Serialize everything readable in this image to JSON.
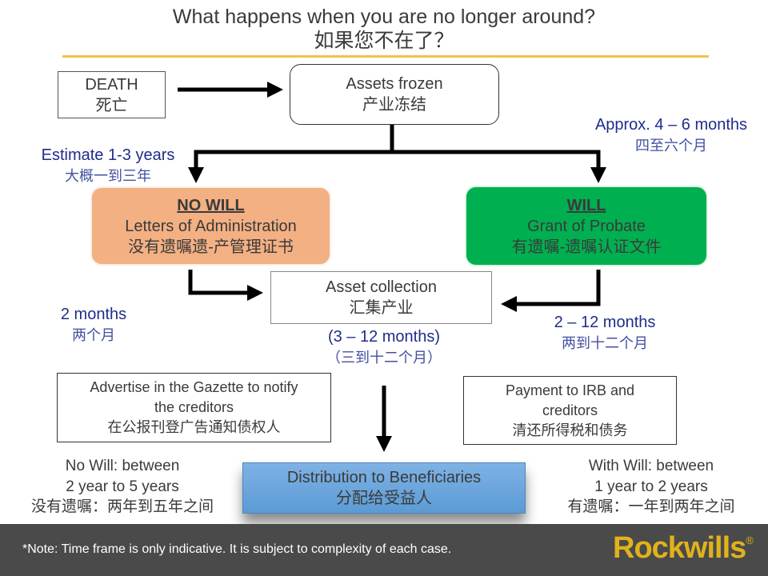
{
  "title": {
    "en": "What happens when you are no longer around?",
    "zh": "如果您不在了？"
  },
  "death": {
    "en": "DEATH",
    "zh": "死亡"
  },
  "frozen": {
    "en": "Assets frozen",
    "zh": "产业冻结"
  },
  "estimate": {
    "en": "Estimate 1-3 years",
    "zh": "大概一到三年"
  },
  "approx": {
    "en": "Approx. 4 – 6 months",
    "zh": "四至六个月"
  },
  "nowill": {
    "head": "NO WILL",
    "en": "Letters of Administration",
    "zh": "没有遗嘱遗-产管理证书",
    "color": "#f3b083"
  },
  "will": {
    "head": "WILL",
    "en": "Grant of Probate",
    "zh": "有遗嘱-遗嘱认证文件",
    "color": "#00b050"
  },
  "collection": {
    "en": "Asset collection",
    "zh": "汇集产业",
    "dur_en": "(3 – 12 months)",
    "dur_zh": "（三到十二个月）"
  },
  "left_dur": {
    "en": "2 months",
    "zh": "两个月"
  },
  "right_dur": {
    "en": "2 – 12 months",
    "zh": "两到十二个月"
  },
  "advertise": {
    "en1": "Advertise in the Gazette to notify",
    "en2": "the creditors",
    "zh": "在公报刊登广告通知债权人"
  },
  "payment": {
    "en1": "Payment to IRB and",
    "en2": "creditors",
    "zh": "清还所得税和债务"
  },
  "distribution": {
    "en": "Distribution to Beneficiaries",
    "zh": "分配给受益人"
  },
  "nowill_time": {
    "l1": "No Will: between",
    "l2": "2 year to 5 years",
    "zh": "没有遗嘱：两年到五年之间"
  },
  "will_time": {
    "l1": "With Will: between",
    "l2": "1 year to 2 years",
    "zh": "有遗嘱：一年到两年之间"
  },
  "footer": {
    "note": "*Note: Time frame is only indicative. It is subject to complexity of each case.",
    "brand": "Rockwills",
    "reg": "®"
  }
}
